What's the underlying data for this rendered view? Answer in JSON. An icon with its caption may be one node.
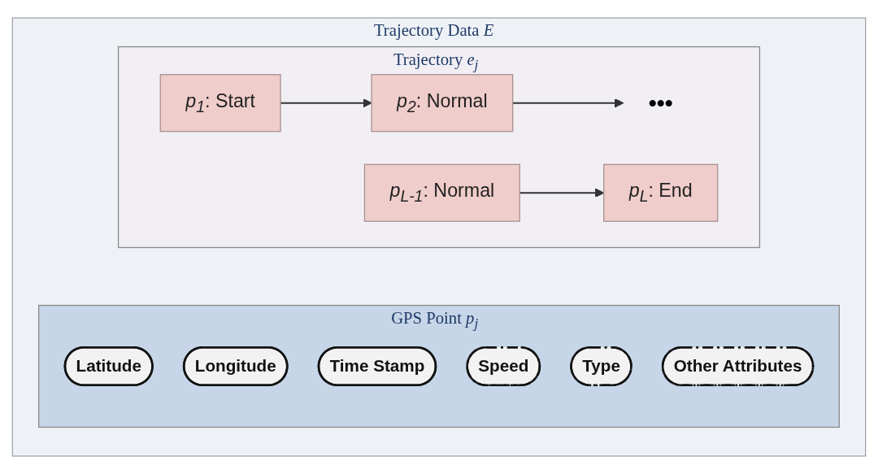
{
  "diagram": {
    "nodes": [
      {
        "text": [
          "Trajectory Data *E*"
        ]
      },
      {
        "text": [
          "Trajectory *e$_{j}$*"
        ],
        "in": 0
      },
      {
        "text": [
          "*p$_{1}$*: Start"
        ],
        "in": 1
      },
      {
        "text": [
          "*p$_{2}$*: Normal"
        ],
        "in": 1
      },
      {
        "text": [
          "•••"
        ],
        "in": 1
      },
      {
        "text": [
          "*p$_{L-1}$*: Normal"
        ],
        "in": 1
      },
      {
        "text": [
          "*p$_{L}$*: End"
        ],
        "in": 1
      },
      {
        "text": [
          "GPS Point *p$_{j}$*"
        ],
        "in": 0
      },
      {
        "text": [
          "Latitude"
        ],
        "in": 7
      },
      {
        "text": [
          "Longitude"
        ],
        "in": 7
      },
      {
        "text": [
          "Time Stamp"
        ],
        "in": 7
      },
      {
        "text": [
          "Speed"
        ],
        "in": 7
      },
      {
        "text": [
          "Type"
        ],
        "in": 7
      },
      {
        "text": [
          "Other Attributes"
        ],
        "in": 7
      }
    ],
    "edges": [
      {
        "from": 2,
        "to": 3,
        "arrow": "to"
      },
      {
        "from": 3,
        "to": 4,
        "arrow": "to"
      },
      {
        "from": 5,
        "to": 6,
        "arrow": "to"
      }
    ]
  }
}
